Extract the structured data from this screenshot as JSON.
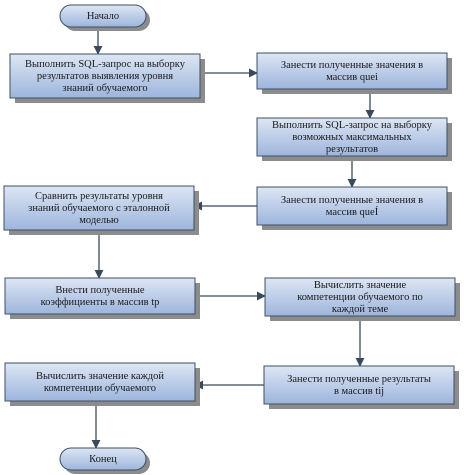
{
  "colors": {
    "box_fill_top": "#dde6f4",
    "box_fill_bottom": "#9db5dc",
    "box_border": "#3d4f66",
    "shadow": "#8c8c8c",
    "connector": "#3a4a5c"
  },
  "nodes": [
    {
      "id": "start",
      "kind": "terminal",
      "lines": [
        "Начало"
      ]
    },
    {
      "id": "b1",
      "kind": "process",
      "lines": [
        "Выполнить SQL-запрос на выборку",
        "результатов выявления уровня",
        "знаний обучаемого"
      ]
    },
    {
      "id": "b2",
      "kind": "process",
      "lines": [
        "Занести полученные значения в",
        "массив quei"
      ]
    },
    {
      "id": "b3",
      "kind": "process",
      "lines": [
        "Выполнить SQL-запрос на выборку",
        "возможных максимальных",
        "результатов"
      ]
    },
    {
      "id": "b4",
      "kind": "process",
      "lines": [
        "Занести полученные значения в",
        "массив queÍ"
      ]
    },
    {
      "id": "b5",
      "kind": "process",
      "lines": [
        "Сравнить результаты уровня",
        "знаний обучаемого с эталонной",
        "моделью"
      ]
    },
    {
      "id": "b6",
      "kind": "process",
      "lines": [
        "Внести полученные",
        "коэффициенты в массив tp"
      ]
    },
    {
      "id": "b7",
      "kind": "process",
      "lines": [
        "Вычислить значение",
        "компетенции обучаемого по",
        "каждой теме"
      ]
    },
    {
      "id": "b8",
      "kind": "process",
      "lines": [
        "Занести полученные результаты",
        "в массив tij"
      ]
    },
    {
      "id": "b9",
      "kind": "process",
      "lines": [
        "Вычислить значение каждой",
        "компетенции обучаемого"
      ]
    },
    {
      "id": "end",
      "kind": "terminal",
      "lines": [
        "Конец"
      ]
    }
  ],
  "edges": [
    {
      "from": "start",
      "to": "b1"
    },
    {
      "from": "b1",
      "to": "b2"
    },
    {
      "from": "b2",
      "to": "b3"
    },
    {
      "from": "b3",
      "to": "b4"
    },
    {
      "from": "b4",
      "to": "b5"
    },
    {
      "from": "b5",
      "to": "b6"
    },
    {
      "from": "b6",
      "to": "b7"
    },
    {
      "from": "b7",
      "to": "b8"
    },
    {
      "from": "b8",
      "to": "b9"
    },
    {
      "from": "b9",
      "to": "end"
    }
  ]
}
